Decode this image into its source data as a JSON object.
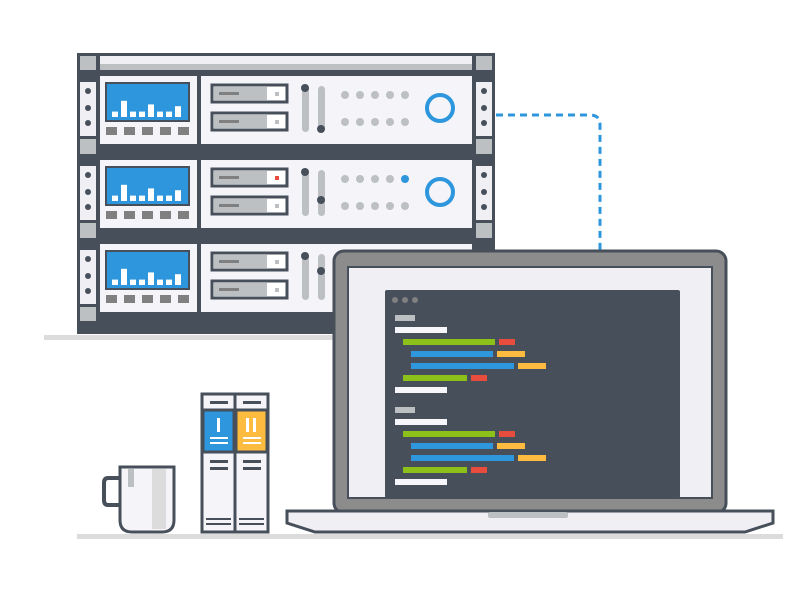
{
  "scene": {
    "elements": [
      "server-rack",
      "laptop",
      "code-editor",
      "books",
      "coffee-mug",
      "network-cable"
    ],
    "rack_units": 3
  },
  "colors": {
    "outline": "#464f5a",
    "panel": "#f4f4f9",
    "metal": "#bdc0c3",
    "screen_blue": "#2d96dc",
    "editor_bg": "#464f5a",
    "code_green": "#8cc11a",
    "code_red": "#e84c3d",
    "code_blue": "#2d96dc",
    "code_yellow": "#fdbc40",
    "code_white": "#f6f6fb",
    "code_gray": "#bdc0c3",
    "book_yellow": "#fdbc40",
    "floor": "#dcdcdc"
  },
  "icons": {
    "power": "power-ring-icon",
    "status_led": "led-icon",
    "window_controls": "window-dots-icon"
  }
}
